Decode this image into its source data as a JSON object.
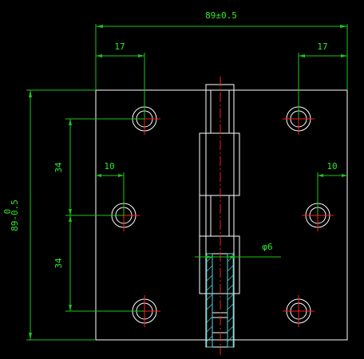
{
  "drawing": {
    "title": "",
    "colors": {
      "background": "#000000",
      "part_outline": "#ffffff",
      "dimension": "#19c819",
      "dimension_text": "#2fe82f",
      "center_line": "#ff1a1a",
      "hatch": "#33cccc"
    }
  },
  "dimensions": {
    "overall_width": "89±0.5",
    "overall_height_base": "89",
    "overall_height_upper_tol": "0",
    "overall_height_lower_tol": "-0.5",
    "left_hole_offset": "17",
    "right_hole_offset": "17",
    "left_middle_hole_offset": "10",
    "right_middle_hole_offset": "10",
    "upper_hole_spacing": "34",
    "lower_hole_spacing": "34",
    "pin_diameter": "φ6"
  }
}
